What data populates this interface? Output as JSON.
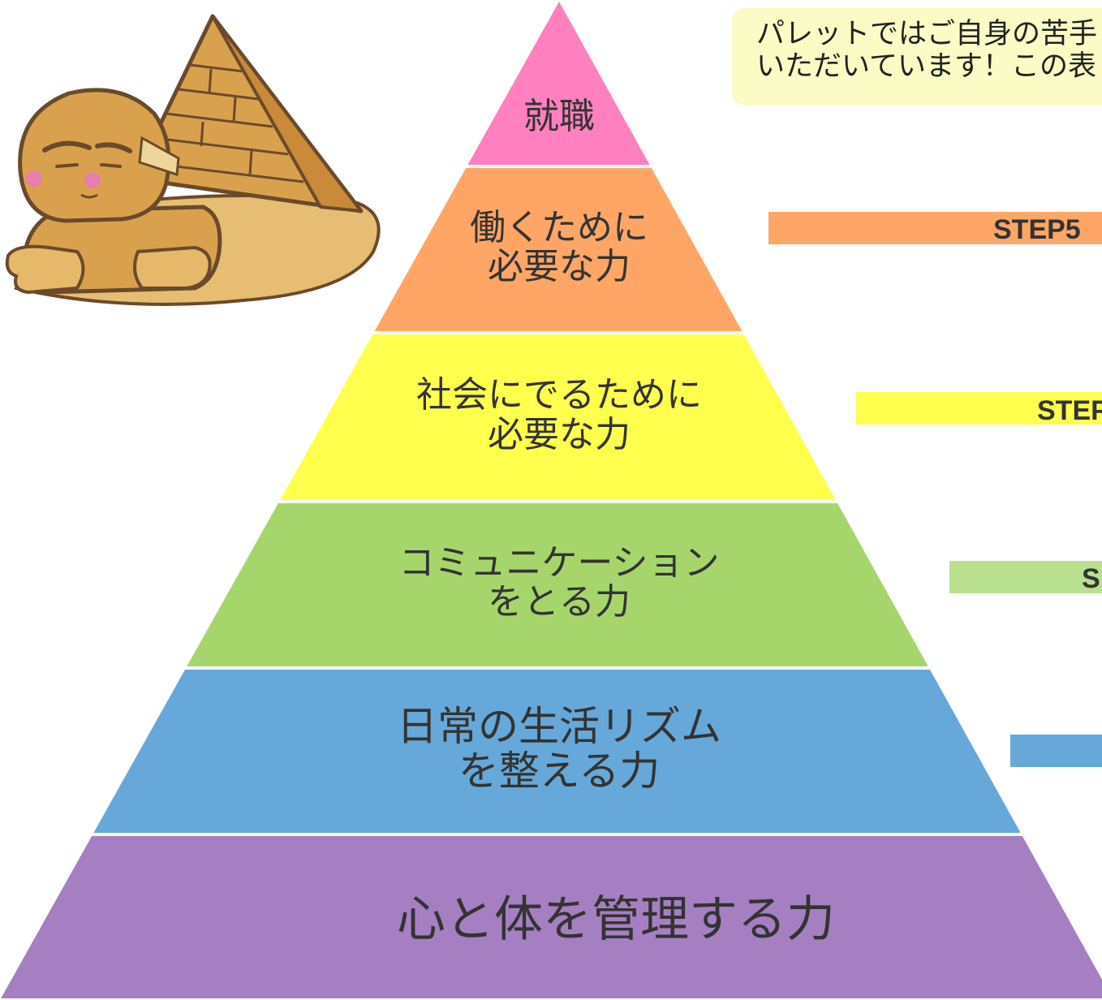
{
  "callout": {
    "line1": "パレットではご自身の苦手",
    "line2": "いただいています！この表"
  },
  "levels": [
    {
      "line1": "就職",
      "line2": "",
      "color": "#ff7fbf"
    },
    {
      "line1": "働くために",
      "line2": "必要な力",
      "color": "#ffa666"
    },
    {
      "line1": "社会にでるために",
      "line2": "必要な力",
      "color": "#ffff4d"
    },
    {
      "line1": "コミュニケーション",
      "line2": "をとる力",
      "color": "#a6d66b"
    },
    {
      "line1": "日常の生活リズム",
      "line2": "を整える力",
      "color": "#66a8d9"
    },
    {
      "line1": "心と体を管理する力",
      "line2": "",
      "color": "#a67fc2"
    }
  ],
  "steps": [
    {
      "label": "STEP5",
      "color": "#ffa666"
    },
    {
      "label": "STEP",
      "color": "#ffff4d"
    },
    {
      "label": "S",
      "color": "#b9e08f"
    },
    {
      "label": "",
      "color": "#66a8d9"
    }
  ]
}
